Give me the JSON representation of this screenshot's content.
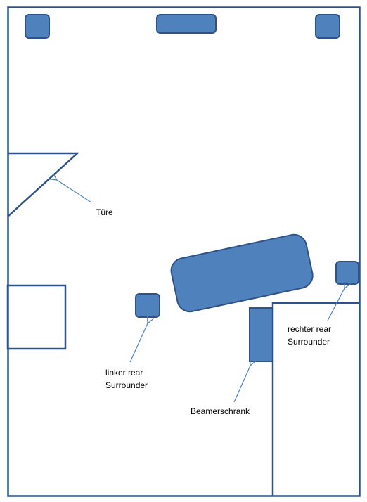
{
  "colors": {
    "wall": "#2f5289",
    "speaker_fill": "#4f81bd",
    "speaker_stroke": "#2f5289",
    "arrow": "#4f81bd",
    "text": "#000000"
  },
  "labels": {
    "door": "Türe",
    "left_rear_line1": "linker rear",
    "left_rear_line2": "Surrounder",
    "right_rear_line1": "rechter rear",
    "right_rear_line2": "Surrounder",
    "projector_cabinet": "Beamerschrank"
  }
}
